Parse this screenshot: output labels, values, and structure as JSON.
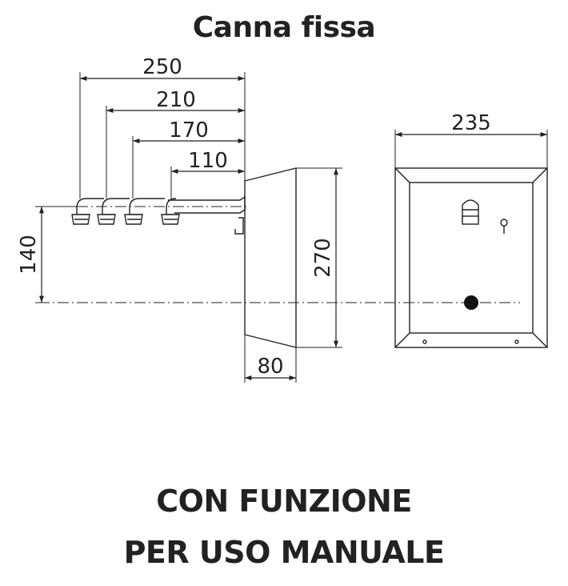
{
  "title": "Canna fissa",
  "dimensions": {
    "spout_250": "250",
    "spout_210": "210",
    "spout_170": "170",
    "spout_110": "110",
    "height_140": "140",
    "height_270": "270",
    "depth_80": "80",
    "width_235": "235"
  },
  "caption": {
    "line1": "CON FUNZIONE",
    "line2": "PER USO MANUALE"
  }
}
